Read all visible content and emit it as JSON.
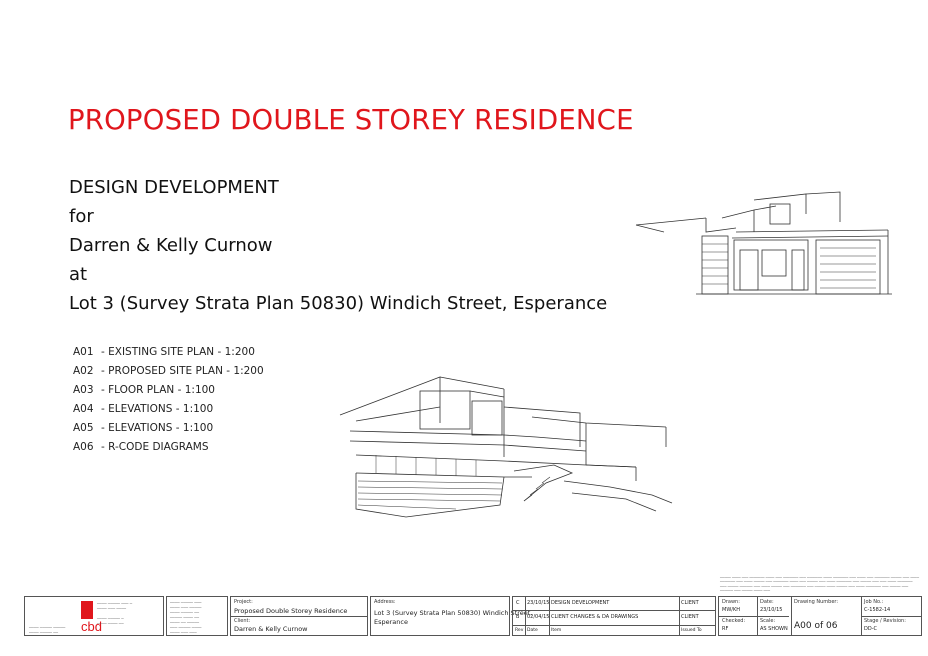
{
  "title": "PROPOSED DOUBLE STOREY RESIDENCE",
  "intro": {
    "line1": "DESIGN DEVELOPMENT",
    "line2": "for",
    "line3": "Darren & Kelly Curnow",
    "line4": "at",
    "line5": "Lot 3 (Survey Strata Plan 50830) Windich Street, Esperance"
  },
  "drawings": [
    {
      "num": "A01",
      "desc": "- EXISTING SITE PLAN - 1:200"
    },
    {
      "num": "A02",
      "desc": "- PROPOSED SITE PLAN - 1:200"
    },
    {
      "num": "A03",
      "desc": "- FLOOR PLAN - 1:100"
    },
    {
      "num": "A04",
      "desc": "- ELEVATIONS - 1:100"
    },
    {
      "num": "A05",
      "desc": "- ELEVATIONS - 1:100"
    },
    {
      "num": "A06",
      "desc": "- R-CODE DIAGRAMS"
    }
  ],
  "titleblock": {
    "logo": "cbd",
    "project_label": "Project:",
    "project": "Proposed Double Storey Residence",
    "client_label": "Client:",
    "client": "Darren & Kelly Curnow",
    "address_label": "Address:",
    "address_line1": "Lot 3 (Survey Strata Plan 50830) Windich Street,",
    "address_line2": "Esperance",
    "revisions": [
      {
        "rev": "C",
        "date": "23/10/15",
        "item": "DESIGN DEVELOPMENT",
        "issued": "CLIENT"
      },
      {
        "rev": "B",
        "date": "02/04/15",
        "item": "CLIENT CHANGES & DA DRAWINGS",
        "issued": "CLIENT"
      }
    ],
    "rev_header": {
      "rev": "Rev",
      "date": "Date",
      "item": "Item",
      "issued": "Issued To"
    },
    "drawn_label": "Drawn:",
    "drawn": "MW/KH",
    "date_label": "Date:",
    "date": "23/10/15",
    "checked_label": "Checked:",
    "checked": "RF",
    "scale_label": "Scale:",
    "scale": "AS SHOWN",
    "drawing_number_label": "Drawing Number:",
    "drawing_number": "A00 of 06",
    "job_label": "Job No.:",
    "job": "C-1582-14",
    "stage_label": "Stage / Revision:",
    "stage": "DD-C"
  }
}
